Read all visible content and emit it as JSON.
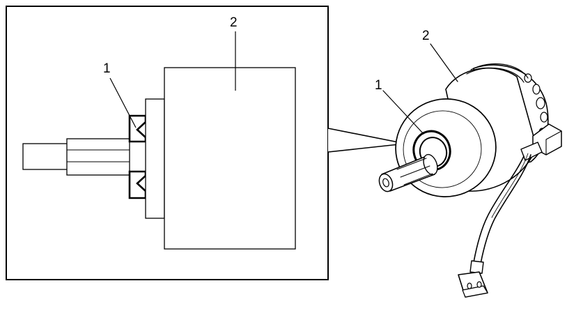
{
  "diagram": {
    "inset_callouts": {
      "seal": "1",
      "motor": "2"
    },
    "main_callouts": {
      "seal": "1",
      "motor": "2"
    }
  },
  "colors": {
    "line": "#000000",
    "background": "#ffffff"
  }
}
